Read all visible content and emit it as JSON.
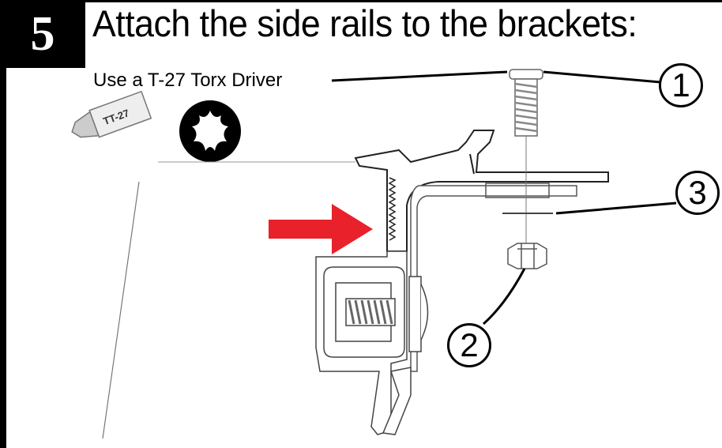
{
  "step": {
    "number": "5",
    "title": "Attach the side rails to the brackets:"
  },
  "tool": {
    "label": "Use a T-27 Torx Driver",
    "bit_text": "TT-27",
    "icon": "torx-star-icon"
  },
  "callouts": [
    {
      "label": "1",
      "part": "screw"
    },
    {
      "label": "2",
      "part": "hex-nut"
    },
    {
      "label": "3",
      "part": "washer"
    }
  ],
  "colors": {
    "arrow": "#e8212b",
    "ink": "#000000"
  }
}
